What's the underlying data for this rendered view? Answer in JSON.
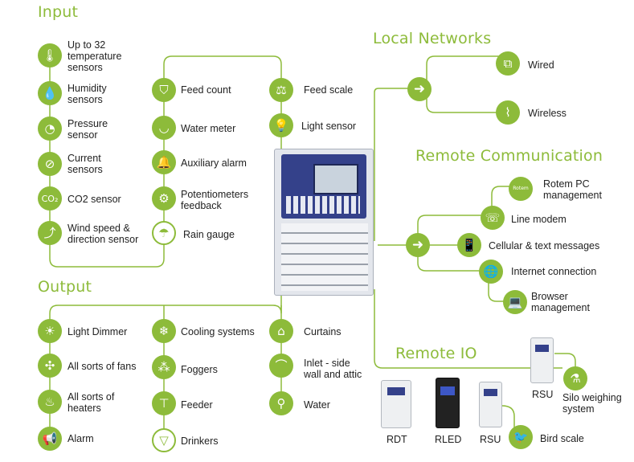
{
  "sections": {
    "input": "Input",
    "output": "Output",
    "local_networks": "Local Networks",
    "remote_communication": "Remote Communication",
    "remote_io": "Remote IO"
  },
  "input_items": [
    {
      "label": "Up to 32\ntemperature\nsensors",
      "icon": "thermometer-icon"
    },
    {
      "label": "Humidity\nsensors",
      "icon": "humidity-drop-icon"
    },
    {
      "label": "Pressure\nsensor",
      "icon": "pressure-gauge-icon"
    },
    {
      "label": "Current\nsensors",
      "icon": "current-meter-icon"
    },
    {
      "label": "CO2 sensor",
      "icon": "co2-icon"
    },
    {
      "label": "Wind speed &\ndirection sensor",
      "icon": "wind-vane-icon"
    },
    {
      "label": "Feed count",
      "icon": "feed-count-icon"
    },
    {
      "label": "Water meter",
      "icon": "water-meter-icon"
    },
    {
      "label": "Auxiliary alarm",
      "icon": "alarm-icon"
    },
    {
      "label": "Potentiometers\nfeedback",
      "icon": "potentiometer-icon"
    },
    {
      "label": "Rain gauge",
      "icon": "rain-gauge-icon"
    },
    {
      "label": "Feed scale",
      "icon": "feed-scale-icon"
    },
    {
      "label": "Light sensor",
      "icon": "light-bulb-icon"
    }
  ],
  "output_items": [
    {
      "label": "Light Dimmer",
      "icon": "light-dimmer-icon"
    },
    {
      "label": "All sorts of fans",
      "icon": "fan-icon"
    },
    {
      "label": "All sorts of\nheaters",
      "icon": "heater-icon"
    },
    {
      "label": "Alarm",
      "icon": "alarm-siren-icon"
    },
    {
      "label": "Cooling systems",
      "icon": "snowflake-icon"
    },
    {
      "label": "Foggers",
      "icon": "fogger-icon"
    },
    {
      "label": "Feeder",
      "icon": "feeder-icon"
    },
    {
      "label": "Drinkers",
      "icon": "drinker-icon"
    },
    {
      "label": "Curtains",
      "icon": "curtain-icon"
    },
    {
      "label": "Inlet - side\nwall and attic",
      "icon": "inlet-icon"
    },
    {
      "label": "Water",
      "icon": "water-tap-icon"
    }
  ],
  "local_networks": [
    {
      "label": "Wired",
      "icon": "wired-network-icon"
    },
    {
      "label": "Wireless",
      "icon": "wireless-network-icon"
    }
  ],
  "remote_communication": [
    {
      "label": "Rotem PC\nmanagement",
      "icon": "pc-monitor-icon",
      "icon_text": "Rotem"
    },
    {
      "label": "Line modem",
      "icon": "line-modem-icon"
    },
    {
      "label": "Cellular & text messages",
      "icon": "cellular-phone-icon"
    },
    {
      "label": "Internet connection",
      "icon": "globe-icon"
    },
    {
      "label": "Browser\nmanagement",
      "icon": "browser-laptop-icon"
    }
  ],
  "remote_io": {
    "devices": [
      "RDT",
      "RLED",
      "RSU",
      "RSU"
    ],
    "extras": [
      {
        "label": "Silo weighing\nsystem",
        "icon": "silo-weighing-icon"
      },
      {
        "label": "Bird scale",
        "icon": "bird-scale-icon"
      }
    ]
  },
  "colors": {
    "accent": "#8dbb3a",
    "controller_body": "#dfe3ea",
    "controller_panel": "#2f3f8a"
  }
}
